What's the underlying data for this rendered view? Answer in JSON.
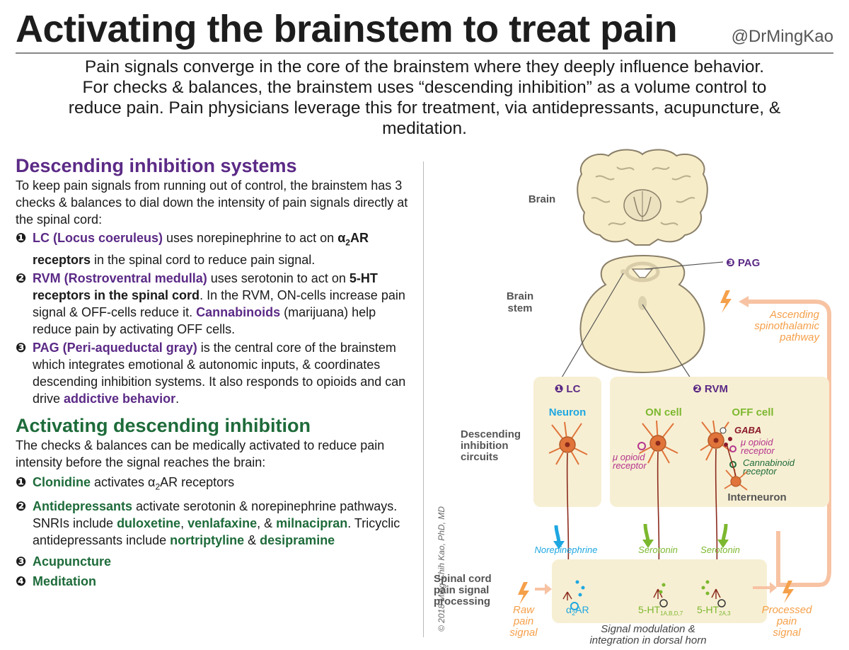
{
  "header": {
    "title": "Activating the brainstem to treat pain",
    "handle": "@DrMingKao",
    "intro_lines": [
      "Pain signals converge in the core of the brainstem where they deeply influence behavior.",
      "For checks & balances, the brainstem uses “descending inhibition” as a volume control to",
      "reduce pain. Pain physicians leverage this for treatment, via antidepressants, acupuncture, &",
      "meditation."
    ]
  },
  "section1": {
    "heading": "Descending inhibition systems",
    "intro": "To keep pain signals from running out of control, the brainstem has 3 checks & balances to dial down the intensity of pain signals directly at the spinal cord:",
    "items": [
      {
        "num": "❶",
        "key": "LC (Locus coeruleus)",
        "t1": " uses norepinephrine to act on ",
        "alpha": "α",
        "sub": "2",
        "key2": "AR receptors",
        "t2": " in the spinal cord to reduce pain signal."
      },
      {
        "num": "❷",
        "key": "RVM (Rostroventral medulla)",
        "t1": " uses serotonin to act on ",
        "key2": "5-HT receptors in the spinal cord",
        "t2": ". In the RVM, ON-cells increase pain signal & OFF-cells reduce it. ",
        "key3": "Cannabinoids",
        "t3": " (marijuana) help reduce pain by activating OFF cells."
      },
      {
        "num": "❸",
        "key": "PAG (Peri-aqueductal gray)",
        "t1": " is the central core of the brainstem which integrates emotional & autonomic inputs, & coordinates descending inhibition systems. It also responds to opioids and can drive ",
        "key2": "addictive behavior",
        "t2": "."
      }
    ]
  },
  "section2": {
    "heading": "Activating descending inhibition",
    "intro": "The checks & balances can be medically activated to reduce pain intensity before the signal reaches the brain:",
    "items": [
      {
        "num": "❶",
        "key": "Clonidine",
        "t1": " activates ",
        "alpha": "α",
        "sub": "2",
        "t2": "AR receptors"
      },
      {
        "num": "❷",
        "key": "Antidepressants",
        "t1": " activate serotonin & norepinephrine pathways. SNRIs include ",
        "d1": "duloxetine",
        "c1": ", ",
        "d2": "venlafaxine",
        "c2": ", & ",
        "d3": "milnacipran",
        "t2": ". Tricyclic antidepressants include ",
        "d4": "nortriptyline",
        "c3": " & ",
        "d5": "desipramine"
      },
      {
        "num": "❸",
        "key": "Acupuncture"
      },
      {
        "num": "❹",
        "key": "Meditation"
      }
    ]
  },
  "diagram": {
    "labels": {
      "brain": "Brain",
      "brainstem_1": "Brain",
      "brainstem_2": "stem",
      "pag": "❸ PAG",
      "ascending_1": "Ascending",
      "ascending_2": "spinothalamic",
      "ascending_3": "pathway",
      "lc": "❶ LC",
      "rvm": "❷ RVM",
      "neuron": "Neuron",
      "on_cell": "ON cell",
      "off_cell": "OFF cell",
      "gaba": "GABA",
      "mu_opioid_1": "μ opioid",
      "mu_opioid_2": "receptor",
      "cannabinoid_1": "Cannabinoid",
      "cannabinoid_2": "receptor",
      "interneuron": "Interneuron",
      "desc_1": "Descending",
      "desc_2": "inhibition",
      "desc_3": "circuits",
      "copyright": "© 2018 Ming-Chih Kao, PhD, MD",
      "norepinephrine": "Norepinephrine",
      "serotonin": "Serotonin",
      "spinal_1": "Spinal cord",
      "spinal_2": "pain signal",
      "spinal_3": "processing",
      "raw_1": "Raw",
      "raw_2": "pain",
      "raw_3": "signal",
      "alpha_ar_alpha": "α",
      "alpha_ar_sub": "2",
      "alpha_ar_rest": "AR",
      "ht_base": "5-HT",
      "ht1_sub": "1A,B,D,7",
      "ht2_sub": "2A,3",
      "processed_1": "Processed",
      "processed_2": "pain",
      "processed_3": "signal",
      "modulation_1": "Signal modulation &",
      "modulation_2": "integration in dorsal horn"
    },
    "colors": {
      "purple": "#5b2a86",
      "green": "#1e6b3a",
      "orange": "#f5a04a",
      "cyan": "#1ea7e1",
      "lime": "#7cb82f",
      "panel": "#f7efd3",
      "tissue": "#f6ecc8",
      "neuron": "#e0743a",
      "axon": "#8b2a1c",
      "magenta": "#b5358e",
      "darkred": "#8b1a2b"
    }
  }
}
